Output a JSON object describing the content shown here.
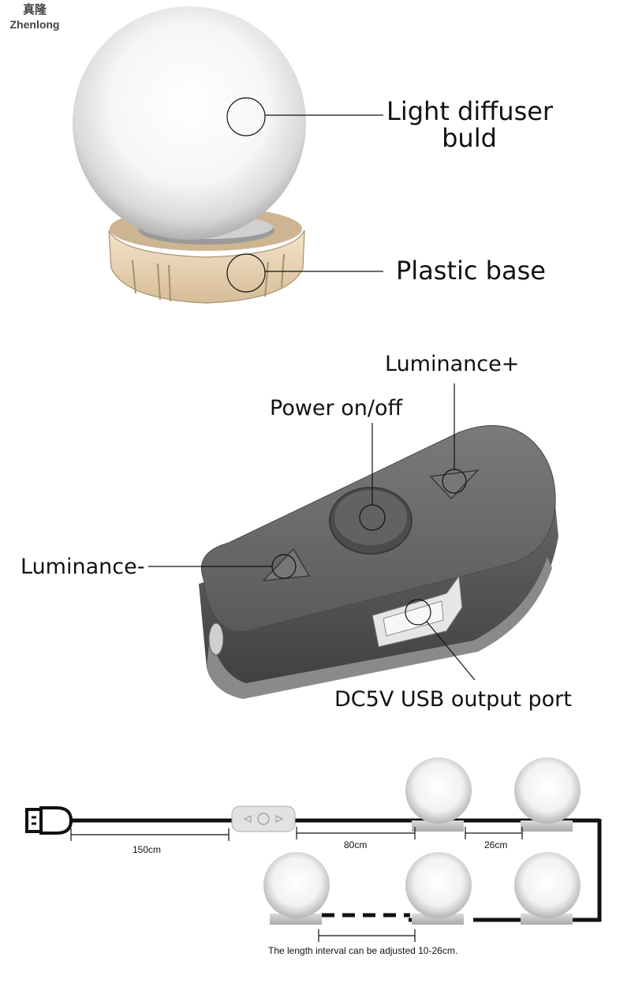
{
  "logo": {
    "cn": "真隆",
    "en": "Zhenlong"
  },
  "bulb": {
    "diffuser_label_line1": "Light diffuser",
    "diffuser_label_line2": "buld",
    "base_label": "Plastic base"
  },
  "controller": {
    "luminance_plus": "Luminance+",
    "power": "Power on/off",
    "luminance_minus": "Luminance-",
    "usb_port": "DC5V USB output port"
  },
  "strip": {
    "dim_150": "150cm",
    "dim_80": "80cm",
    "dim_26": "26cm",
    "note": "The length interval can be adjusted 10-26cm."
  },
  "colors": {
    "bulb_white": "#f4f4f4",
    "base_tan": "#e8d2b2",
    "controller_gray": "#5f5f5f"
  }
}
